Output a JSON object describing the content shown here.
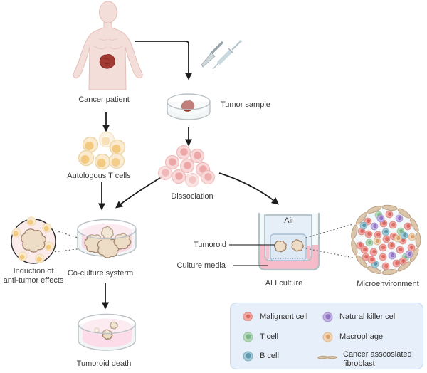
{
  "labels": {
    "cancer_patient": "Cancer patient",
    "tumor_sample": "Tumor sample",
    "autologous_t_cells": "Autologous T cells",
    "dissociation": "Dissociation",
    "induction_line1": "Induction of",
    "induction_line2": "anti-tumor effects",
    "co_culture_system": "Co-culture systerm",
    "tumoroid_death": "Tumoroid death",
    "air": "Air",
    "tumoroid": "Tumoroid",
    "culture_media": "Culture media",
    "ali_culture": "ALI culture",
    "microenvironment": "Microenvironment"
  },
  "legend": {
    "items": [
      {
        "label": "Malignant cell",
        "fill": "#f2a8a3",
        "stroke": "#e08a84",
        "nucleus": "#d96b64"
      },
      {
        "label": "T cell",
        "fill": "#b7dcbc",
        "stroke": "#99c7a1",
        "nucleus": "#7eb489"
      },
      {
        "label": "B cell",
        "fill": "#a3cbd8",
        "stroke": "#83b2c3",
        "nucleus": "#5f97ac"
      },
      {
        "label": "Natural killer cell",
        "fill": "#c5b4e3",
        "stroke": "#aa95d3",
        "nucleus": "#8e74c1"
      },
      {
        "label": "Macrophage",
        "fill": "#f0d6b6",
        "stroke": "#dfbc92",
        "nucleus": "#d8a06c"
      },
      {
        "label": "Cancer asscosiated fibroblast",
        "fill": "#d9c4a9",
        "stroke": "#b79c7c",
        "nucleus": "#c9ae8c"
      }
    ]
  },
  "colors": {
    "arrow": "#1d1d1d",
    "skin": "#f4ded9",
    "skin_outline": "#e3bfb8",
    "tumor_red": "#a13a33",
    "media_pink": "#f7bcca",
    "dish_pink": "#f8d7e3",
    "organoid_fill": "#eddcc6",
    "organoid_stroke": "#a1846a",
    "legend_bg": "#e7f0fa",
    "legend_border": "#c5daee"
  }
}
